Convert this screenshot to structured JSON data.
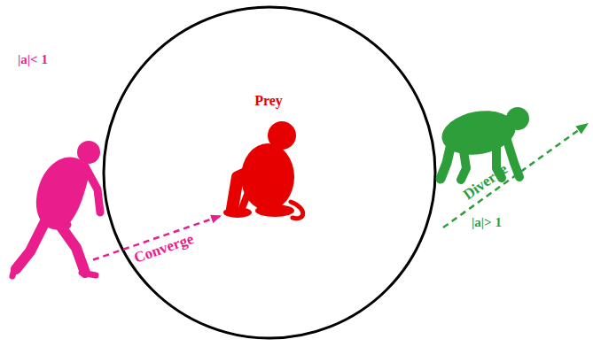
{
  "diagram": {
    "nodes": [
      {
        "text": [
          "Prey"
        ]
      },
      {
        "text": [
          "|a|< 1"
        ]
      },
      {
        "text": [
          "|a|> 1"
        ]
      }
    ],
    "edges": [
      {
        "from": 1,
        "to": 0,
        "arrow": "to",
        "label": "Converge"
      }
    ],
    "labels": [
      "Diverge"
    ]
  }
}
